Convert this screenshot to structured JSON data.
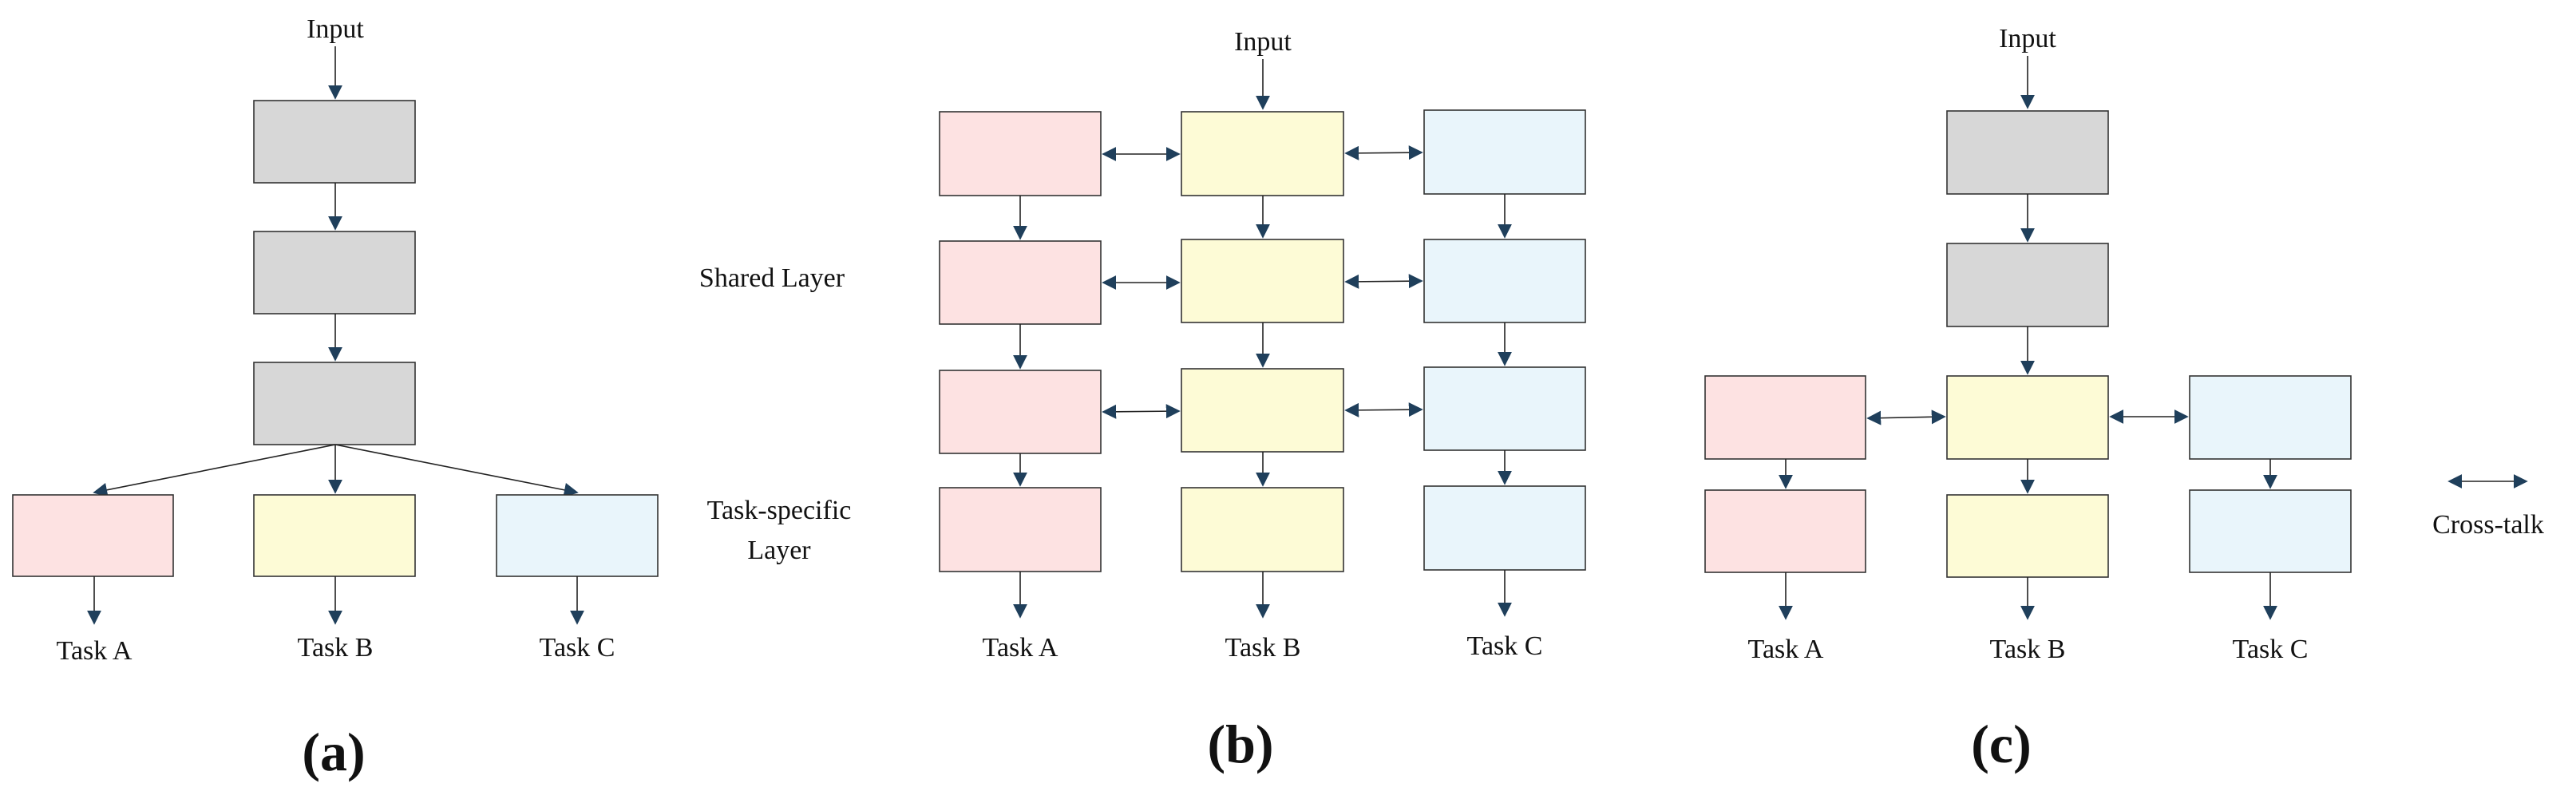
{
  "colors": {
    "gray": "#d7d7d7",
    "pink": "#fde2e2",
    "yellow": "#fdfbd6",
    "blue": "#e9f5fb",
    "arrowhead": "#1f3f5b"
  },
  "panels": {
    "a": {
      "label": "(a)",
      "input": "Input",
      "tasks": [
        "Task A",
        "Task B",
        "Task C"
      ]
    },
    "b": {
      "label": "(b)",
      "input": "Input",
      "shared_layer": "Shared Layer",
      "task_specific_layer": [
        "Task-specific",
        "Layer"
      ],
      "tasks": [
        "Task A",
        "Task B",
        "Task C"
      ]
    },
    "c": {
      "label": "(c)",
      "input": "Input",
      "tasks": [
        "Task A",
        "Task B",
        "Task C"
      ]
    }
  },
  "legend": {
    "cross_talk": "Cross-talk",
    "icon": "double-arrow-icon"
  }
}
